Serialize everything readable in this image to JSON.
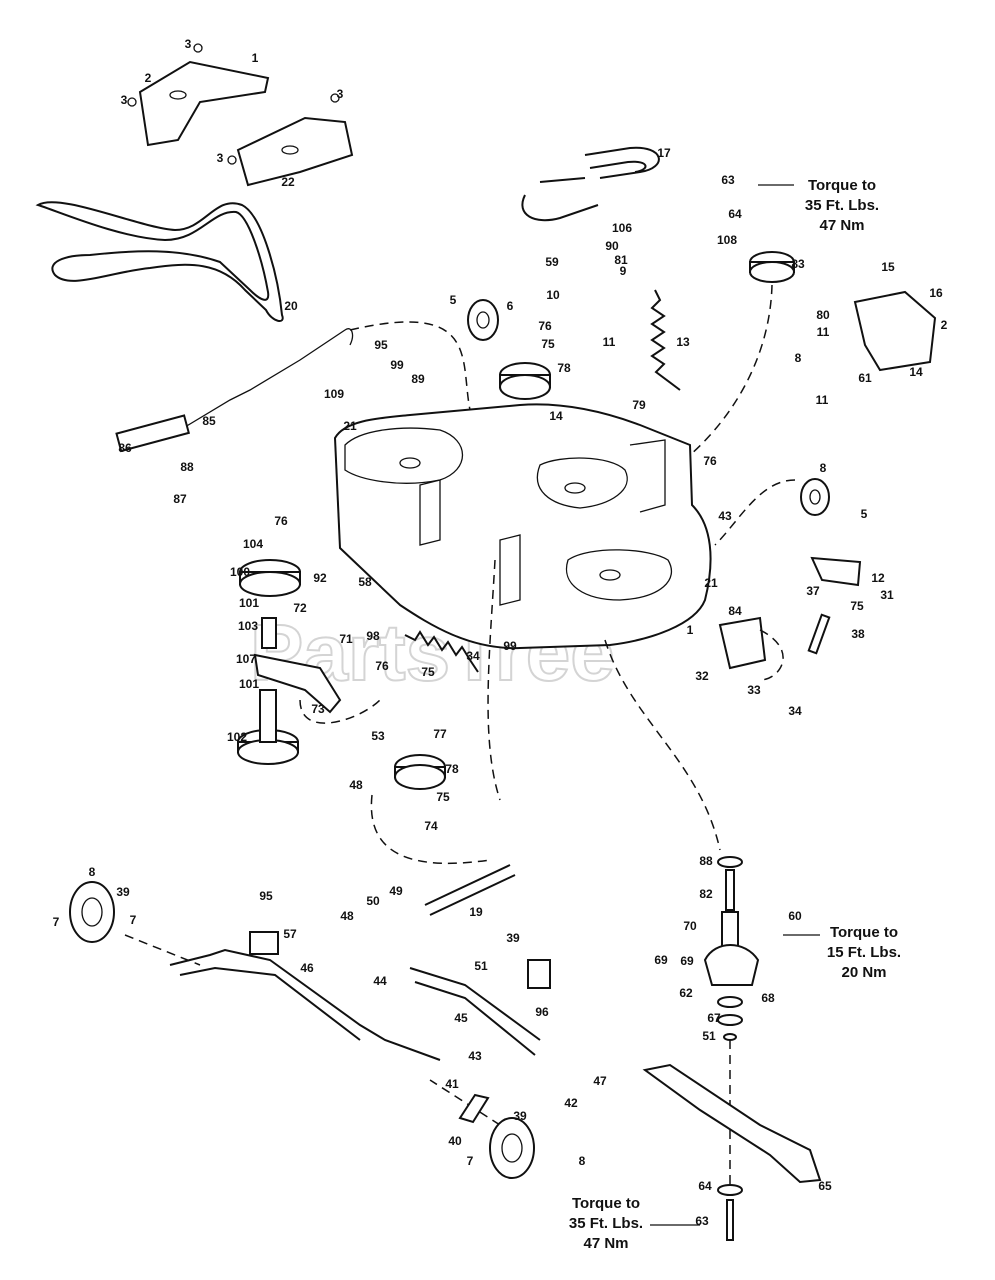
{
  "watermark": "PartsTree",
  "torque_notes": [
    {
      "lines": [
        "Torque to",
        "35 Ft. Lbs.",
        "47 Nm"
      ]
    },
    {
      "lines": [
        "Torque to",
        "15 Ft. Lbs.",
        "20 Nm"
      ]
    },
    {
      "lines": [
        "Torque to",
        "35 Ft. Lbs.",
        "47 Nm"
      ]
    }
  ],
  "callouts": [
    "3",
    "2",
    "1",
    "3",
    "3",
    "3",
    "22",
    "17",
    "20",
    "106",
    "90",
    "59",
    "81",
    "9",
    "63",
    "64",
    "108",
    "83",
    "15",
    "16",
    "5",
    "6",
    "10",
    "11",
    "13",
    "76",
    "75",
    "78",
    "14",
    "79",
    "76",
    "21",
    "95",
    "99",
    "89",
    "109",
    "85",
    "86",
    "88",
    "87",
    "80",
    "8",
    "11",
    "2",
    "14",
    "61",
    "11",
    "104",
    "76",
    "100",
    "92",
    "101",
    "72",
    "103",
    "71",
    "107",
    "58",
    "98",
    "34",
    "76",
    "75",
    "101",
    "73",
    "102",
    "53",
    "77",
    "78",
    "48",
    "75",
    "74",
    "99",
    "21",
    "43",
    "8",
    "5",
    "12",
    "37",
    "31",
    "75",
    "84",
    "1",
    "38",
    "32",
    "33",
    "34",
    "8",
    "39",
    "7",
    "7",
    "95",
    "57",
    "46",
    "49",
    "50",
    "48",
    "19",
    "44",
    "51",
    "45",
    "69",
    "39",
    "96",
    "43",
    "47",
    "41",
    "42",
    "40",
    "39",
    "7",
    "8",
    "88",
    "82",
    "70",
    "60",
    "69",
    "62",
    "68",
    "67",
    "51",
    "65",
    "64",
    "63"
  ]
}
